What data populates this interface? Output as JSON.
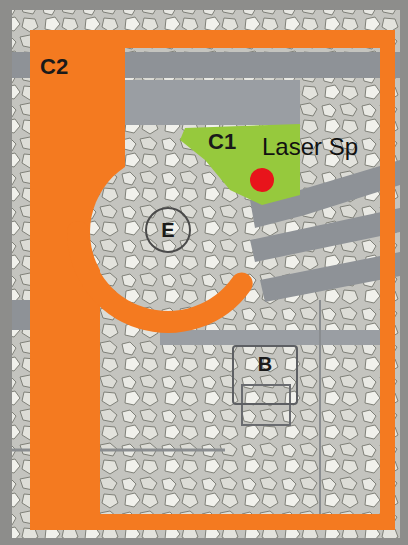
{
  "diagram": {
    "nodes": [
      {
        "text": [
          "C2"
        ]
      },
      {
        "text": [
          "C1"
        ],
        "in": 0
      },
      {
        "text": [
          "E"
        ],
        "in": 0
      },
      {
        "text": [
          "B"
        ],
        "in": 0
      }
    ],
    "labels": [
      "Laser Sp"
    ]
  }
}
